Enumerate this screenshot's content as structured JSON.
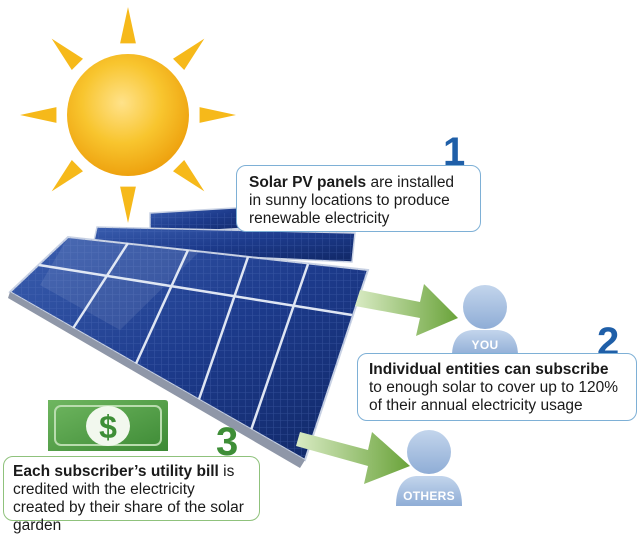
{
  "steps": [
    {
      "number": "1",
      "bold": "Solar PV panels",
      "text": " are installed in sunny locations to produce renewable electricity"
    },
    {
      "number": "2",
      "bold": "Individual entities can subscribe",
      "text": " to enough solar to cover up to 120% of their annual electricity usage"
    },
    {
      "number": "3",
      "bold": "Each subscriber’s utility bill",
      "text": " is credited with the electricity created by their share of the solar garden"
    }
  ],
  "people": {
    "you_label": "YOU",
    "others_label": "OTHERS"
  },
  "bill_symbol": "$",
  "colors": {
    "step_blue": "#1f5fa8",
    "step_green": "#3e8e37",
    "arrow_green": "#7cb342",
    "sun": "#f6b91a",
    "person": "#a9c2e0",
    "bill": "#4e9a45"
  }
}
